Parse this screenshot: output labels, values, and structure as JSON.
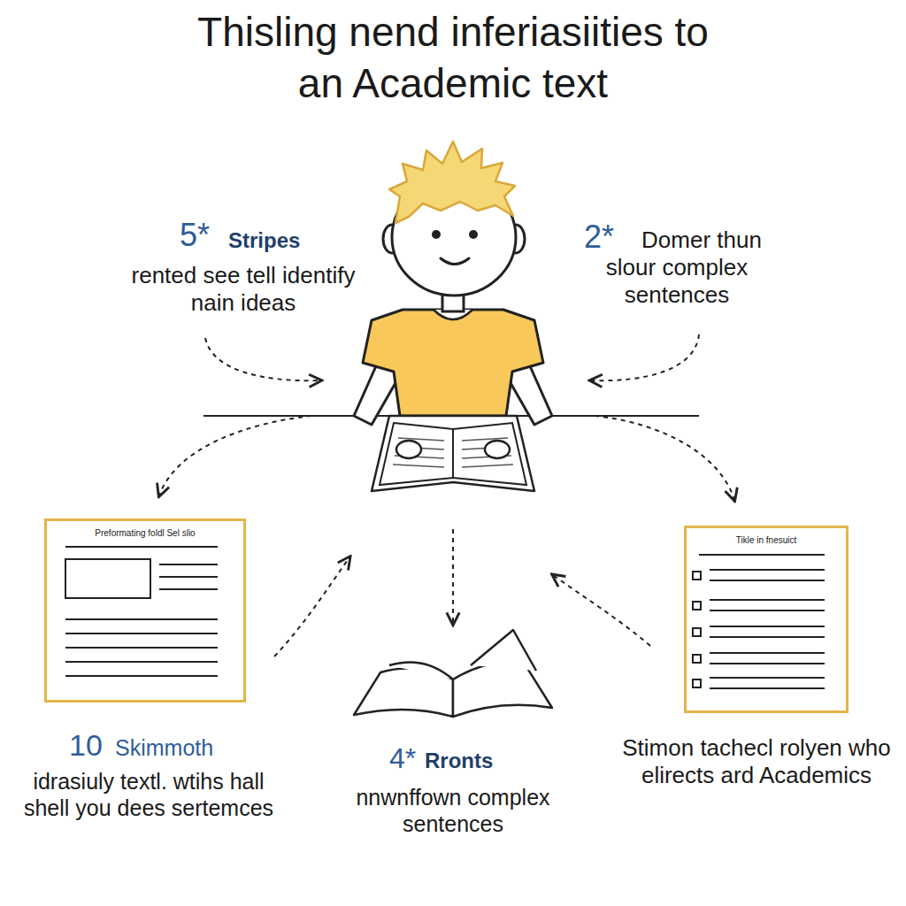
{
  "diagram": {
    "title": "Thisling nend inferiasiities to an Academic text",
    "nodes": [
      {
        "text": [
          "Preformating foldl Sel slio"
        ]
      },
      {
        "text": [
          "Tikle in fnesuict"
        ]
      }
    ],
    "labels": [
      "5*",
      "Stripes",
      "rented see tell identify nain ideas",
      "2*",
      "Domer thun slour complex sentences",
      "10",
      "Skimmoth",
      "idrasiuly textl. wtihs hall shell you dees sertemces",
      "4*",
      "Rronts",
      "nnwnffown complex sentences",
      "Stimon tachecl rolyen who elirects ard Academics"
    ]
  }
}
